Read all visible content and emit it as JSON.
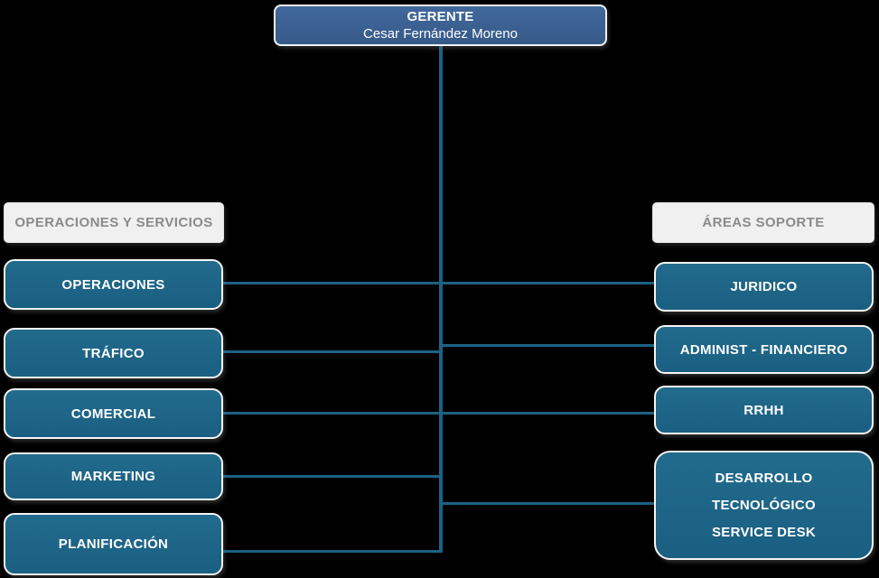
{
  "manager": {
    "title": "GERENTE",
    "name": "Cesar Fernández Moreno"
  },
  "left_group": {
    "header": "OPERACIONES Y SERVICIOS",
    "items": [
      "OPERACIONES",
      "TRÁFICO",
      "COMERCIAL",
      "MARKETING",
      "PLANIFICACIÓN"
    ]
  },
  "right_group": {
    "header": "ÁREAS SOPORTE",
    "items": [
      "JURIDICO",
      "ADMINIST - FINANCIERO",
      "RRHH",
      "DESARROLLO\nTECNOLÓGICO\nSERVICE DESK"
    ]
  },
  "colors": {
    "background": "#000000",
    "node_fill": "#1E6486",
    "node_text": "#FFFFFF",
    "manager_fill": "#3C6297",
    "manager_border": "#2B4B75",
    "connector": "#1C6284",
    "header_fill": "#F0F0F0",
    "header_text": "#8A8A8A"
  }
}
